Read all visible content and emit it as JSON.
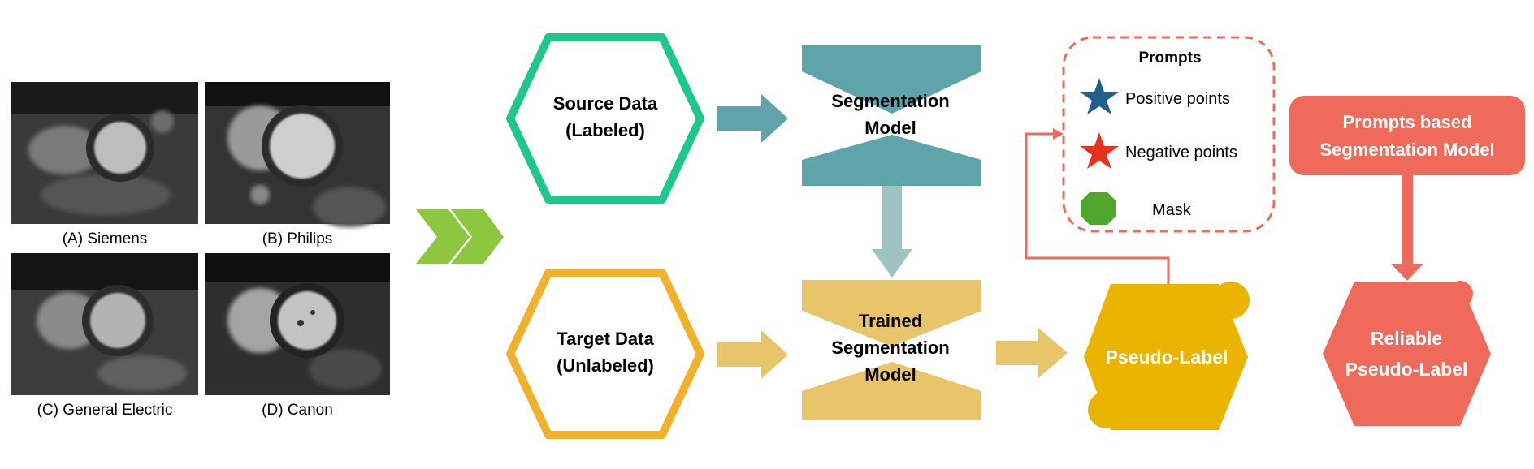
{
  "scanners": [
    {
      "label": "(A) Siemens"
    },
    {
      "label": "(B) Philips"
    },
    {
      "label": "(C) General Electric"
    },
    {
      "label": "(D) Canon"
    }
  ],
  "source_data": {
    "line1": "Source Data",
    "line2": "(Labeled)"
  },
  "target_data": {
    "line1": "Target Data",
    "line2": "(Unlabeled)"
  },
  "segmentation_model": {
    "line1": "Segmentation",
    "line2": "Model"
  },
  "trained_model": {
    "line1": "Trained",
    "line2": "Segmentation",
    "line3": "Model"
  },
  "prompts": {
    "title": "Prompts",
    "positive": "Positive points",
    "negative": "Negative points",
    "mask": "Mask"
  },
  "pseudo_label": {
    "text": "Pseudo-Label"
  },
  "prompt_model": {
    "line1": "Prompts based",
    "line2": "Segmentation Model"
  },
  "reliable": {
    "line1": "Reliable",
    "line2": "Pseudo-Label"
  },
  "colors": {
    "source_green": "#1ec88c",
    "target_orange": "#f2b12a",
    "teal": "#5fa3ab",
    "light_teal": "#9fc3c2",
    "sand": "#e8c56a",
    "gold": "#ebb400",
    "salmon": "#f06a5b",
    "chevron_green": "#8dc63f",
    "star_blue": "#1f5f8b",
    "star_red": "#e8311a",
    "mask_green": "#4ea72c"
  }
}
